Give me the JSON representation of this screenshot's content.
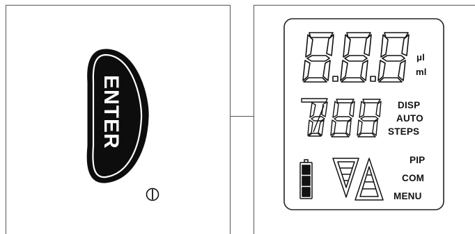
{
  "enter_button": {
    "label": "ENTER",
    "icon": "power-icon"
  },
  "lcd": {
    "main_digits": "8.8.8",
    "units": [
      "μl",
      "ml"
    ],
    "small_digits": "788",
    "modes": [
      "DISP",
      "AUTO",
      "STEPS"
    ],
    "functions": [
      "PIP",
      "COM",
      "MENU"
    ],
    "icons": [
      "battery-icon",
      "aspirate-dispense-triangles-icon"
    ]
  }
}
